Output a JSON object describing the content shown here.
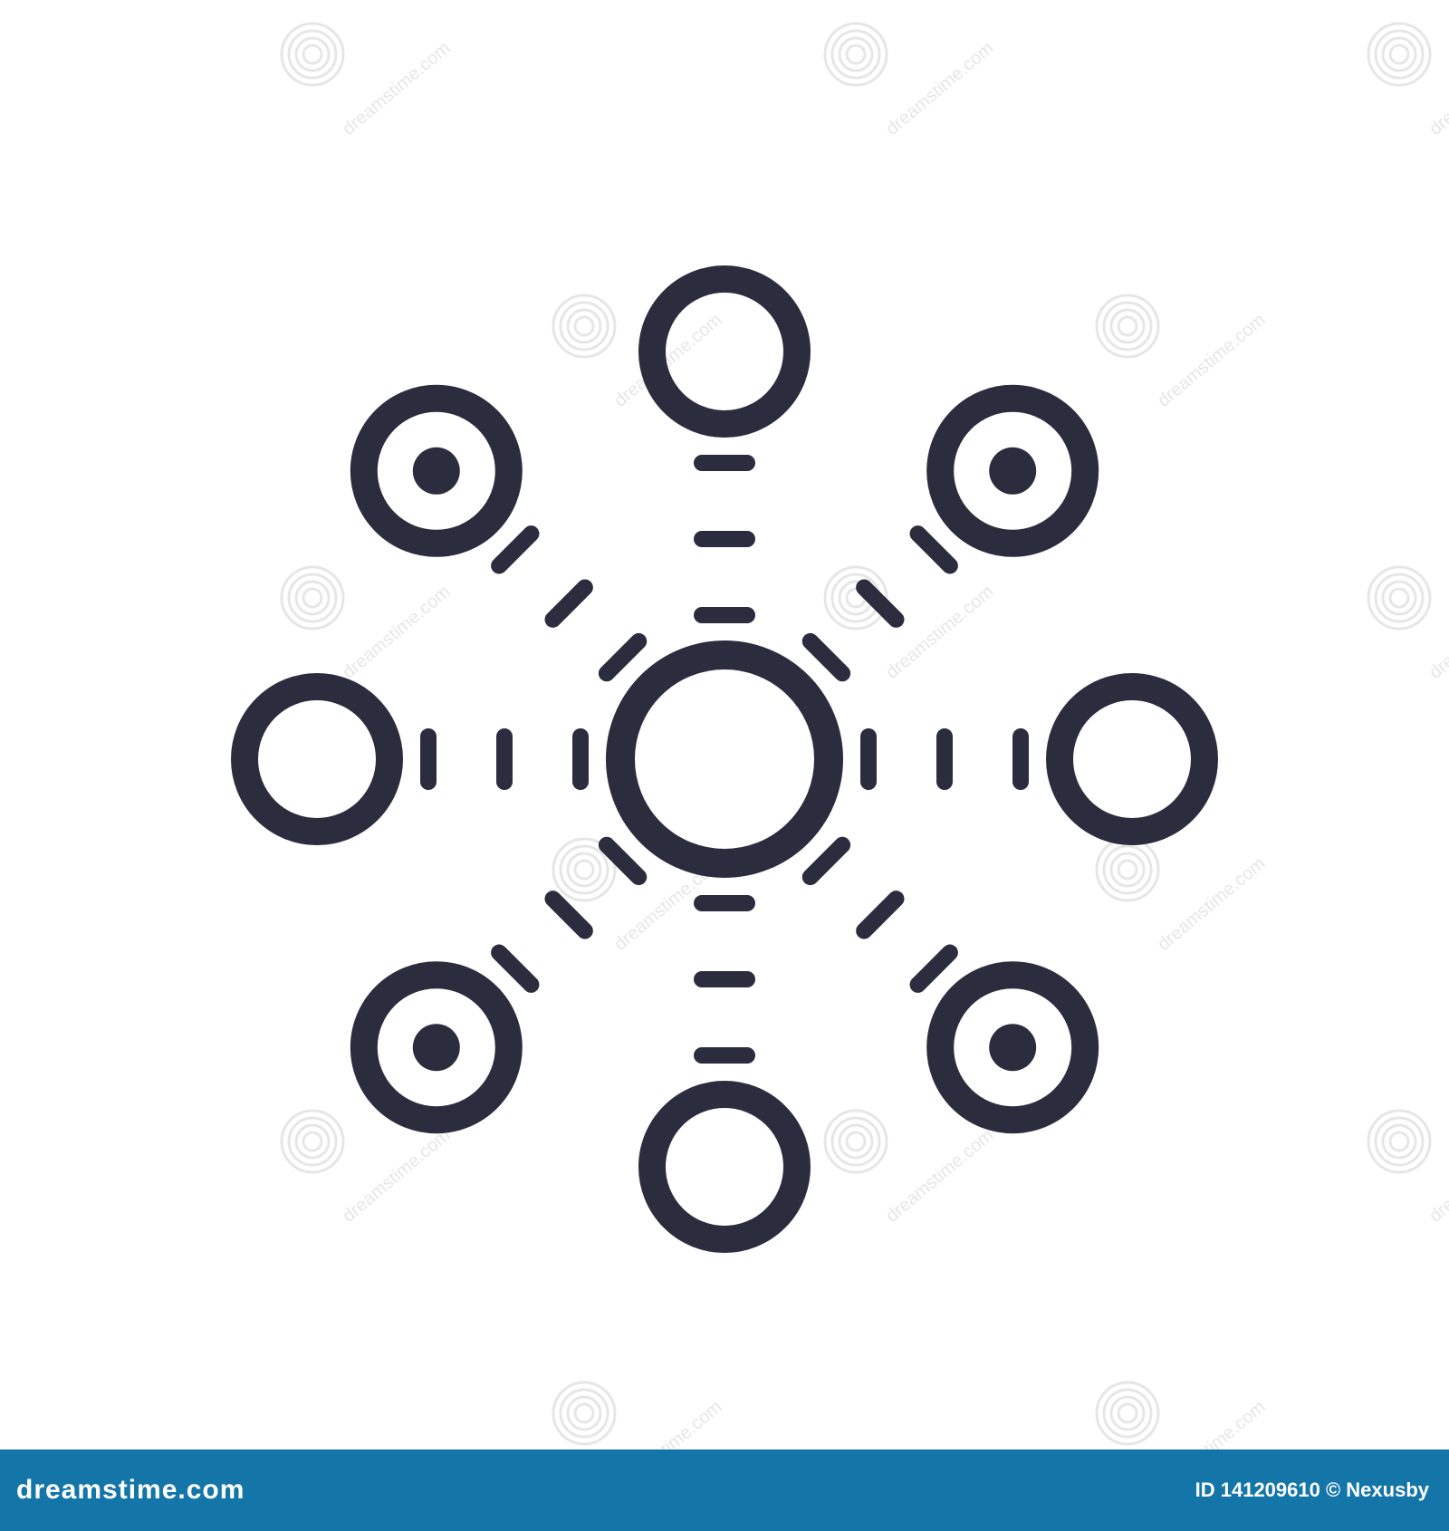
{
  "image": {
    "kind": "stock-icon",
    "icon_name": "network-hub-icon",
    "icon_color": "#2b2d3f",
    "background_color": "#ffffff",
    "center_node": {
      "style": "ring"
    },
    "satellite_nodes": [
      {
        "position": "top",
        "style": "ring"
      },
      {
        "position": "top-right",
        "style": "ring-with-dot"
      },
      {
        "position": "right",
        "style": "ring"
      },
      {
        "position": "bottom-right",
        "style": "ring-with-dot"
      },
      {
        "position": "bottom",
        "style": "ring"
      },
      {
        "position": "bottom-left",
        "style": "ring-with-dot"
      },
      {
        "position": "left",
        "style": "ring"
      },
      {
        "position": "top-left",
        "style": "ring-with-dot"
      }
    ],
    "connector_style": "three-dashes"
  },
  "watermark": {
    "text": "dreamstime.com",
    "color": "#e6e6e6"
  },
  "footer": {
    "background_color": "#1475a8",
    "logo_text": "dreamstime.com",
    "credit_text": "ID 141209610 © Nexusby"
  }
}
